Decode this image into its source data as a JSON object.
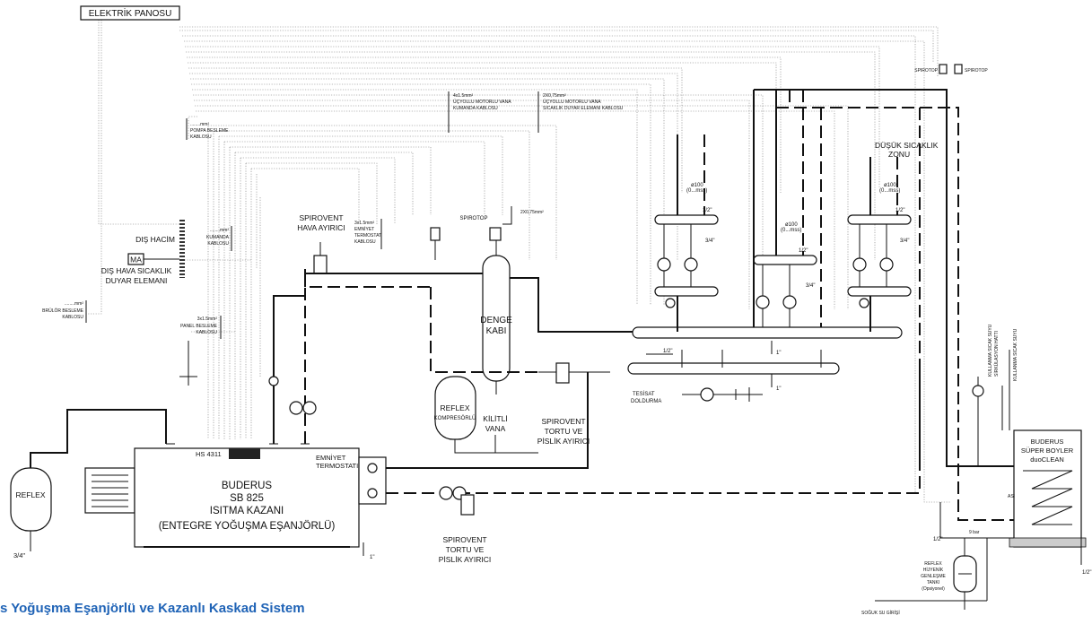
{
  "caption": "s Yoğuşma Eşanjörlü ve Kazanlı Kaskad Sistem",
  "panel": "ELEKTRİK PANOSU",
  "cables": {
    "pump": [
      "........mm²",
      "POMPA BESLEME",
      "KABLOSU"
    ],
    "burner": [
      "........mm²",
      "BRÜLÖR BESLEME",
      "KABLOSU"
    ],
    "control": [
      "........mm²",
      "KUMANDA",
      "KABLOSU"
    ],
    "panel_feed": [
      "3x1.5mm²",
      "PANEL BESLEME",
      "KABLOSU"
    ],
    "safety_thermostat": [
      "3x1.5mm²",
      "EMNİYET",
      "TERMOSTAT",
      "KABLOSU"
    ],
    "valve_control": [
      "4x1.5mm²",
      "ÜÇYOLLU MOTORLU VANA",
      "KUMANDA KABLOSU"
    ],
    "valve_sensor": [
      "2X0,75mm²",
      "ÜÇYOLLU MOTORLU VANA",
      "SICAKLIK DUYAR ELEMANI KABLOSU"
    ],
    "spirotop_cable": "2X0,75mm²"
  },
  "outdoor": {
    "space": "DIŞ HACİM",
    "sensor_code": "MA",
    "sensor_line1": "DIŞ HAVA SICAKLIK",
    "sensor_line2": "DUYAR ELEMANI"
  },
  "boiler": {
    "brand": "BUDERUS",
    "model": "SB 825",
    "type": "ISITMA KAZANI",
    "note": "(ENTEGRE YOĞUŞMA EŞANJÖRLÜ)",
    "controller": "HS 4311",
    "thermostat1": "EMNİYET",
    "thermostat2": "TERMOSTATI"
  },
  "reflex_left": "REFLEX",
  "reflex_left_size": "3/4\"",
  "reflex_comp": [
    "REFLEX",
    "KOMPRESÖRLÜ"
  ],
  "locked_valve": [
    "KİLİTLİ",
    "VANA"
  ],
  "spirovent_air": [
    "SPIROVENT",
    "HAVA AYIRICI"
  ],
  "spirotop": "SPIROTOP",
  "denge": [
    "DENGE",
    "KABI"
  ],
  "spirovent_mid": [
    "SPIROVENT",
    "TORTU VE",
    "PİSLİK AYIRICI"
  ],
  "spirovent_bottom": [
    "SPIROVENT",
    "TORTU VE",
    "PİSLİK AYIRICI"
  ],
  "fill": [
    "TESİSAT",
    "DOLDURMA"
  ],
  "zone": [
    "DÜŞÜK SICAKLIK",
    "ZONU"
  ],
  "gauge": [
    "ø100",
    "(0...mss)"
  ],
  "sizes": {
    "half": "1/2\"",
    "threeq": "3/4\"",
    "one": "1\""
  },
  "dhw": {
    "supply": "KULLANMA SICAK SUYU",
    "recirc1": "KULLANMA SICAK SUYU",
    "recirc2": "SİRKÜLASYON HATTI",
    "tank1": "BUDERUS",
    "tank2": "SÜPER BOYLER",
    "tank3": "duoCLEAN",
    "asi": "ASI",
    "bar": "9 bar",
    "exp": [
      "REFLEX",
      "HİJYENİK",
      "GENLEŞME",
      "TANKI",
      "(Opsiyonel)"
    ],
    "cold": "SOĞUK SU GİRİŞİ"
  },
  "spirotop_pair": [
    "SPIROTOP",
    "SPIROTOP"
  ]
}
